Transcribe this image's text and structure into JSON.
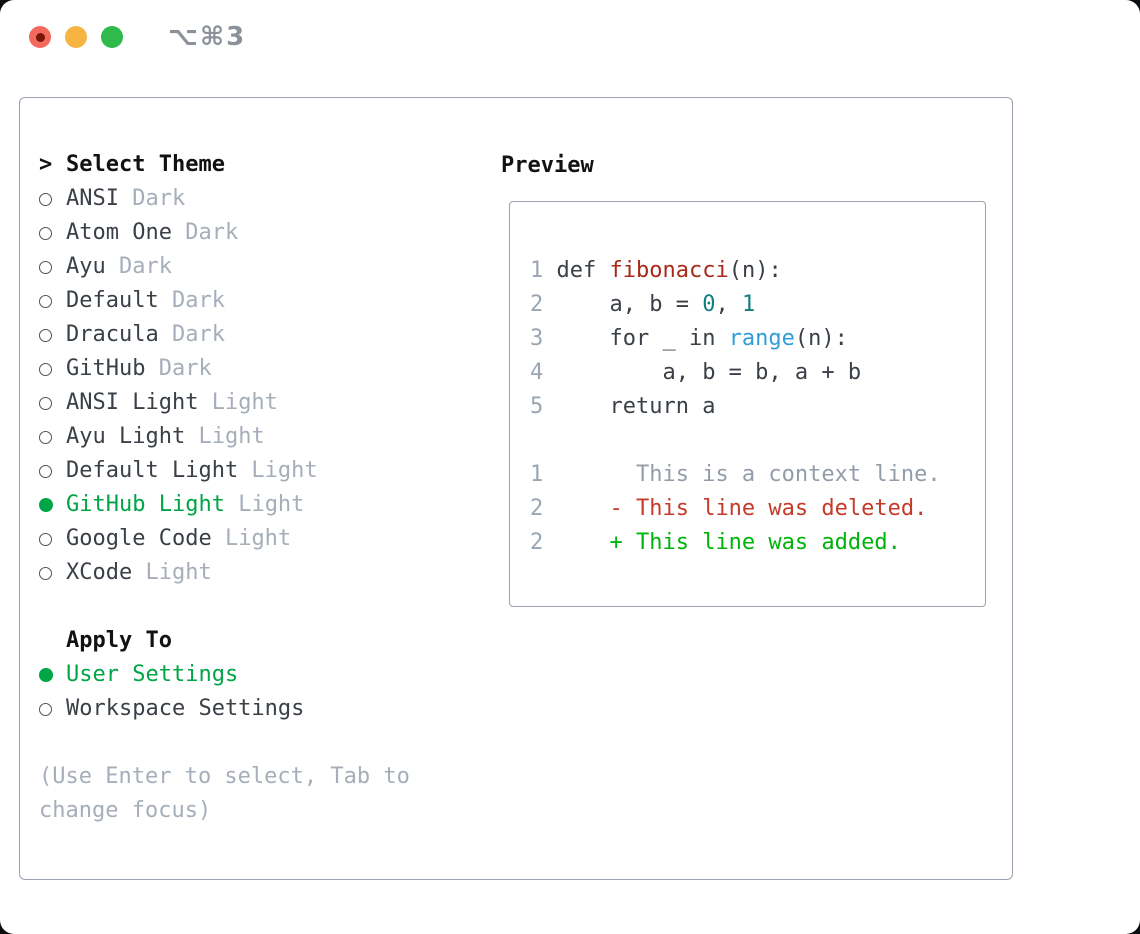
{
  "window": {
    "shortcut_label": "⌥⌘3",
    "traffic_lights": [
      "close",
      "minimize",
      "zoom"
    ]
  },
  "colors": {
    "accent_green": "#00a545",
    "diff_added_green": "#00b30b",
    "diff_deleted_red": "#c63a2a",
    "function_red": "#a8281a",
    "number_teal": "#107e7f",
    "builtin_blue": "#2f9ed8",
    "muted_gray": "#a6aeba",
    "text_dark": "#3a4047",
    "border_gray": "#9aa2ae",
    "traffic_red": "#f16a5d",
    "traffic_yellow": "#f6b442",
    "traffic_green": "#30b94d"
  },
  "theme_selector": {
    "prompt": ">",
    "title": "Select Theme",
    "items": [
      {
        "name": "ANSI",
        "tag": "Dark",
        "selected": false
      },
      {
        "name": "Atom One",
        "tag": "Dark",
        "selected": false
      },
      {
        "name": "Ayu",
        "tag": "Dark",
        "selected": false
      },
      {
        "name": "Default",
        "tag": "Dark",
        "selected": false
      },
      {
        "name": "Dracula",
        "tag": "Dark",
        "selected": false
      },
      {
        "name": "GitHub",
        "tag": "Dark",
        "selected": false
      },
      {
        "name": "ANSI Light",
        "tag": "Light",
        "selected": false
      },
      {
        "name": "Ayu Light",
        "tag": "Light",
        "selected": false
      },
      {
        "name": "Default Light",
        "tag": "Light",
        "selected": false
      },
      {
        "name": "GitHub Light",
        "tag": "Light",
        "selected": true
      },
      {
        "name": "Google Code",
        "tag": "Light",
        "selected": false
      },
      {
        "name": "XCode",
        "tag": "Light",
        "selected": false
      }
    ],
    "apply_to": {
      "title": "Apply To",
      "options": [
        {
          "name": "User Settings",
          "selected": true
        },
        {
          "name": "Workspace Settings",
          "selected": false
        }
      ]
    },
    "hint_lines": [
      "(Use Enter to select, Tab to",
      "change focus)"
    ]
  },
  "preview": {
    "title": "Preview",
    "lines": [
      {
        "num": "1",
        "tokens": [
          {
            "t": "def ",
            "c": "fg"
          },
          {
            "t": "fibonacci",
            "c": "func"
          },
          {
            "t": "(n):",
            "c": "fg"
          }
        ]
      },
      {
        "num": "2",
        "tokens": [
          {
            "t": "    a, b = ",
            "c": "fg"
          },
          {
            "t": "0",
            "c": "num"
          },
          {
            "t": ", ",
            "c": "fg"
          },
          {
            "t": "1",
            "c": "num"
          }
        ]
      },
      {
        "num": "3",
        "tokens": [
          {
            "t": "    for _ in ",
            "c": "fg"
          },
          {
            "t": "range",
            "c": "builtin"
          },
          {
            "t": "(n):",
            "c": "fg"
          }
        ]
      },
      {
        "num": "4",
        "tokens": [
          {
            "t": "        a, b = b, a + b",
            "c": "fg"
          }
        ]
      },
      {
        "num": "5",
        "tokens": [
          {
            "t": "    return a",
            "c": "fg"
          }
        ]
      },
      {
        "num": "",
        "tokens": []
      },
      {
        "num": "1",
        "tokens": [
          {
            "t": "      This is a context line.",
            "c": "ctx"
          }
        ]
      },
      {
        "num": "2",
        "tokens": [
          {
            "t": "    - This line was deleted.",
            "c": "del"
          }
        ]
      },
      {
        "num": "2",
        "tokens": [
          {
            "t": "    + This line was added.",
            "c": "add"
          }
        ]
      }
    ]
  }
}
